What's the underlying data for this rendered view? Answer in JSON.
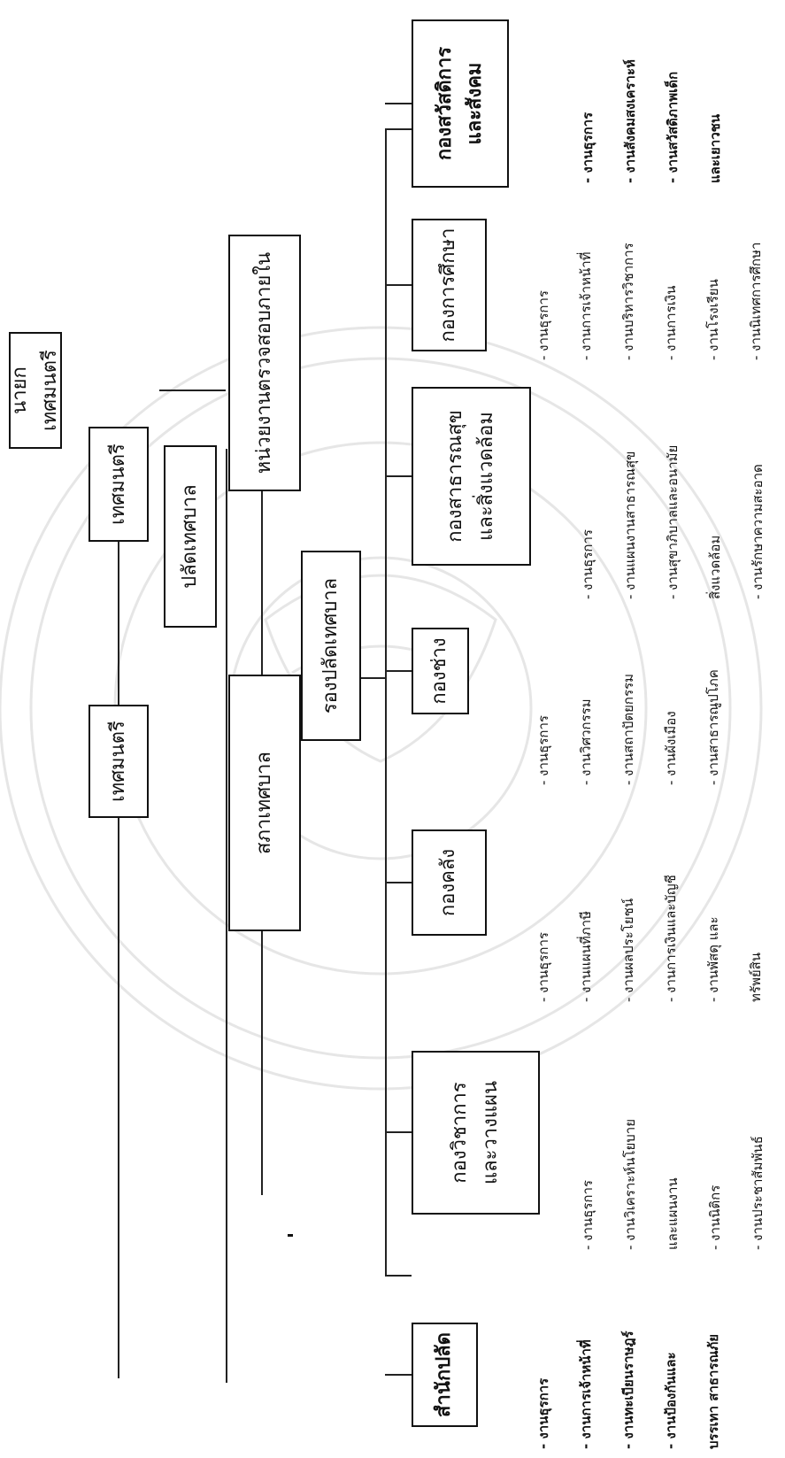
{
  "nodes": {
    "mayor": "นายกเทศมนตรี",
    "deputy_left": "เทศมนตรี",
    "deputy_right": "เทศมนตรี",
    "council": "สภาเทศบาล",
    "clerk": "ปลัดเทศบาล",
    "audit": "หน่วยงานตรวจสอบภายใน",
    "deputy_clerk": "รองปลัดเทศบาล"
  },
  "divisions": [
    {
      "lines": [
        "สำนักปลัด"
      ],
      "tasks": [
        "- งานธุรการ",
        "- งานการเจ้าหน้าที่",
        "- งานทะเบียนราษฎร์",
        "- งานป้องกันและ",
        "บรรเทา สาธารณภัย"
      ]
    },
    {
      "lines": [
        "กองวิชาการ",
        "และวางแผน"
      ],
      "tasks": [
        "- งานธุรการ",
        "- งานวิเคราะห์นโยบาย",
        "และแผนงาน",
        "- งานนิติกร",
        "- งานประชาสัมพันธ์"
      ]
    },
    {
      "lines": [
        "กองคลัง"
      ],
      "tasks": [
        "- งานธุรการ",
        "- งานแผนที่ภาษี",
        "- งานผลประโยชน์",
        "- งานการเงินและบัญชี",
        "- งานพัสดุ และ",
        "ทรัพย์สิน"
      ]
    },
    {
      "lines": [
        "กองช่าง"
      ],
      "tasks": [
        "- งานธุรการ",
        "- งานวิศวกรรม",
        "- งานสถาปัตยกรรม",
        "- งานผังเมือง",
        "- งานสาธารณูปโภค"
      ]
    },
    {
      "lines": [
        "กองสาธารณสุข",
        "และสิ่งแวดล้อม"
      ],
      "tasks": [
        "- งานธุรการ",
        "- งานแผนงานสาธารณสุข",
        "- งานสุขาภิบาลและอนามัย",
        "สิ่งแวดล้อม",
        "- งานรักษาความสะอาด"
      ]
    },
    {
      "lines": [
        "กองการศึกษา"
      ],
      "tasks": [
        "- งานธุรการ",
        "- งานการเจ้าหน้าที่",
        "- งานบริหารวิชาการ",
        "- งานการเงิน",
        "- งานโรงเรียน",
        "- งานนิเทศการศึกษา"
      ]
    },
    {
      "lines": [
        "กองสวัสดิการ",
        "และสังคม"
      ],
      "tasks": [
        "- งานธุรการ",
        "- งานสังคมสงเคราะห์",
        "- งานสวัสดิภาพเด็ก",
        "และเยาวชน"
      ]
    }
  ]
}
